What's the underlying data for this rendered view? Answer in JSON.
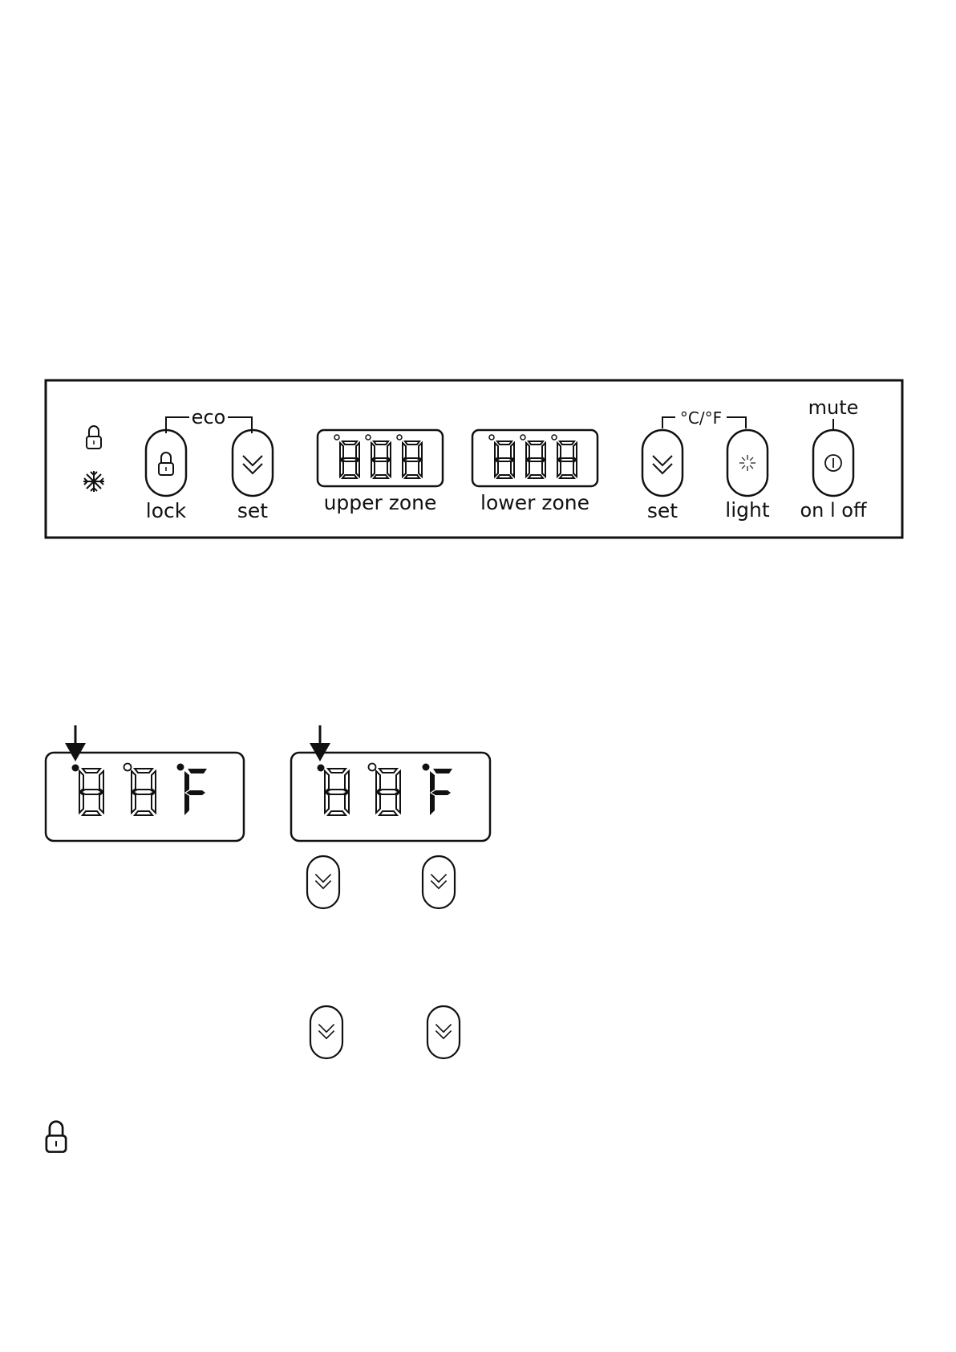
{
  "panel": {
    "status_icons": {
      "lock": "lock-icon",
      "snowflake": "snowflake-icon"
    },
    "eco_label": "eco",
    "buttons": [
      {
        "id": "lock",
        "label": "lock",
        "icon": "lock-icon"
      },
      {
        "id": "set-upper",
        "label": "set",
        "icon": "chevron-down-icon"
      },
      {
        "id": "set-lower",
        "label": "set",
        "icon": "chevron-down-icon"
      },
      {
        "id": "light",
        "label": "light",
        "icon": "light-icon"
      },
      {
        "id": "onoff",
        "label": "on l off",
        "icon": "power-icon"
      }
    ],
    "displays": [
      {
        "id": "upper",
        "label": "upper zone",
        "digits": "888"
      },
      {
        "id": "lower",
        "label": "lower zone",
        "digits": "888"
      }
    ],
    "unit_label": "°C/°F",
    "mute_label": "mute"
  },
  "examples": {
    "displays": [
      {
        "digits": [
          "8",
          "8",
          "F"
        ],
        "arrow": true
      },
      {
        "digits": [
          "8",
          "8",
          "F"
        ],
        "arrow": true
      }
    ],
    "set_buttons": [
      "chevron-down-icon",
      "chevron-down-icon",
      "chevron-down-icon",
      "chevron-down-icon"
    ],
    "lock_icon": "lock-icon"
  }
}
